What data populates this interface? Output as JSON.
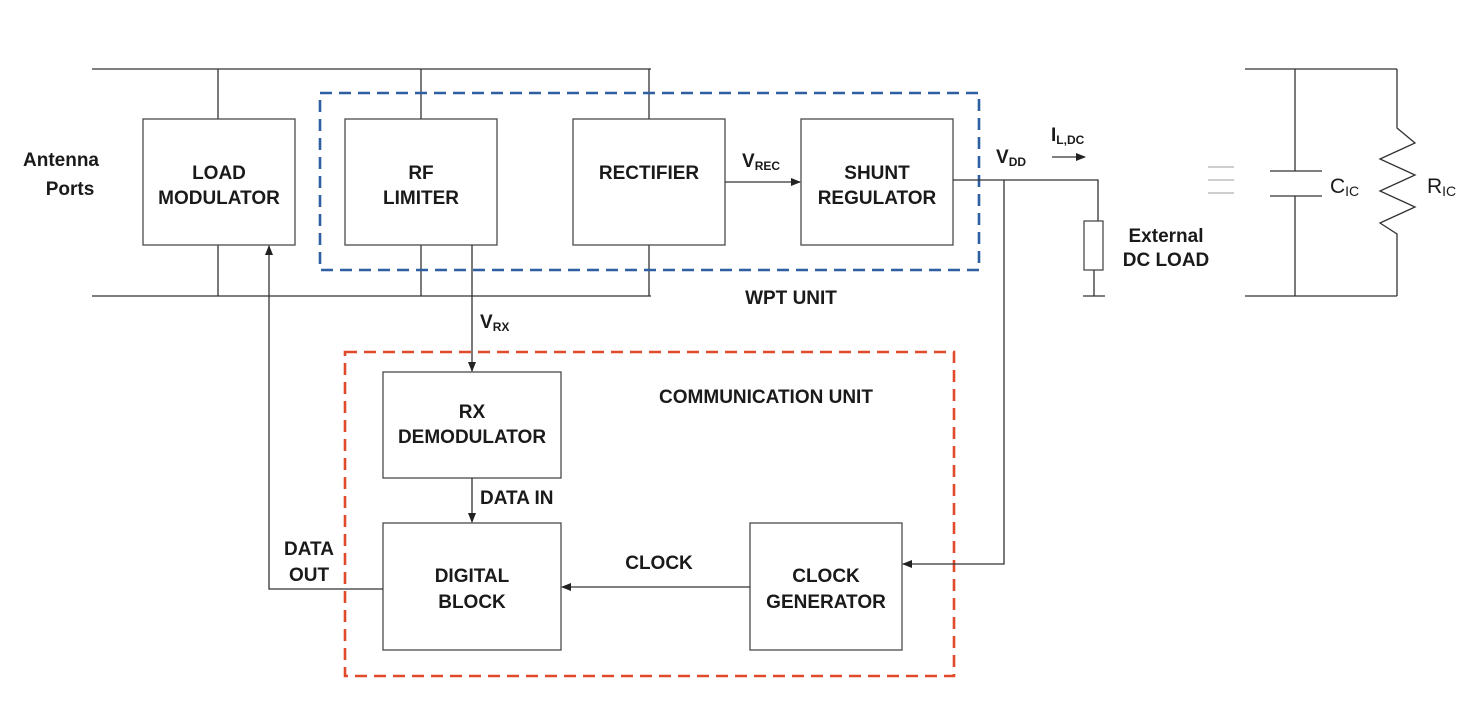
{
  "labels": {
    "antenna_line1": "Antenna",
    "antenna_line2": "Ports",
    "load_mod_line1": "LOAD",
    "load_mod_line2": "MODULATOR",
    "rf_line1": "RF",
    "rf_line2": "LIMITER",
    "rectifier": "RECTIFIER",
    "shunt_line1": "SHUNT",
    "shunt_line2": "REGULATOR",
    "vrec_main": "V",
    "vrec_sub": "REC",
    "vdd_main": "V",
    "vdd_sub": "DD",
    "il_main": "I",
    "il_sub": "L,DC",
    "ext_line1": "External",
    "ext_line2": "DC LOAD",
    "wpt_unit": "WPT UNIT",
    "vrx_main": "V",
    "vrx_sub": "RX",
    "comm_unit": "COMMUNICATION UNIT",
    "rx_line1": "RX",
    "rx_line2": "DEMODULATOR",
    "data_in": "DATA IN",
    "digital_line1": "DIGITAL",
    "digital_line2": "BLOCK",
    "clock": "CLOCK",
    "clkgen_line1": "CLOCK",
    "clkgen_line2": "GENERATOR",
    "data_out_line1": "DATA",
    "data_out_line2": "OUT",
    "cic_main": "C",
    "cic_sub": "IC",
    "ric_main": "R",
    "ric_sub": "IC"
  },
  "colors": {
    "wpt_border": "#2e5fa3",
    "comm_border": "#e0492a"
  }
}
